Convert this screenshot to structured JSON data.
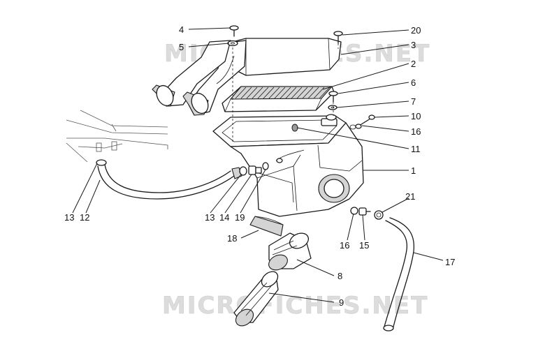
{
  "watermark": {
    "text": "MICROFICHES.NET"
  },
  "callouts": {
    "c1": "1",
    "c2": "2",
    "c3": "3",
    "c4": "4",
    "c5": "5",
    "c6": "6",
    "c7": "7",
    "c8": "8",
    "c9": "9",
    "c10": "10",
    "c11": "11",
    "c12": "12",
    "c13a": "13",
    "c13b": "13",
    "c14": "14",
    "c15": "15",
    "c16a": "16",
    "c16b": "16",
    "c17": "17",
    "c18": "18",
    "c19": "19",
    "c20": "20",
    "c21": "21"
  },
  "colors": {
    "line": "#1a1a1a",
    "shade": "#d4d4d4",
    "watermark": "#dcdcdc"
  }
}
